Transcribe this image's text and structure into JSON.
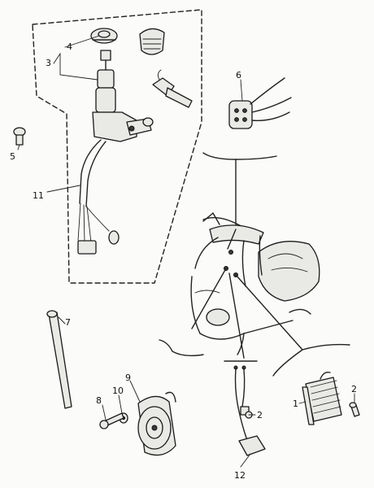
{
  "callouts": [
    "1",
    "2",
    "2",
    "3",
    "4",
    "5",
    "6",
    "7",
    "8",
    "9",
    "10",
    "11",
    "12"
  ]
}
